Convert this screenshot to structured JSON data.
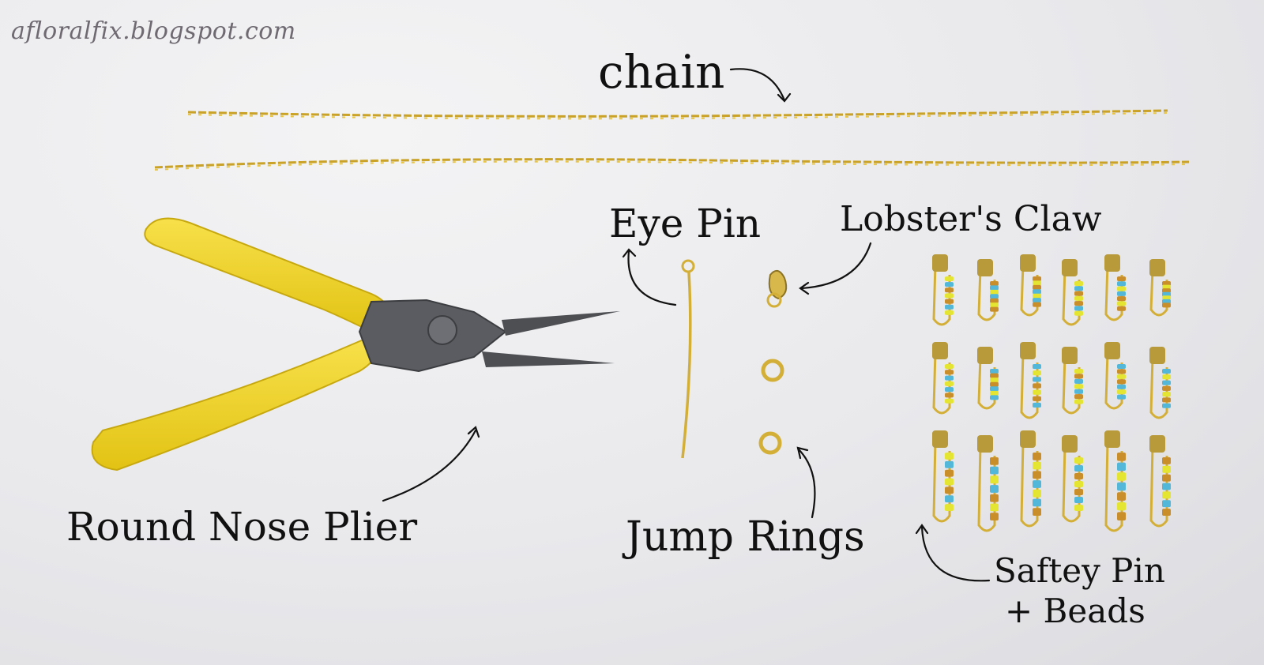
{
  "watermark": "afloralfix.blogspot.com",
  "labels": {
    "chain": "chain",
    "eye_pin": "Eye Pin",
    "lobster_claw": "Lobster's Claw",
    "plier": "Round Nose Plier",
    "jump_rings": "Jump Rings",
    "safety_pin_line1": "Saftey Pin",
    "safety_pin_line2": "+  Beads"
  },
  "colors": {
    "background": "#ebebee",
    "plier_handle": "#f2d62a",
    "plier_metal": "#55575b",
    "gold": "#d4af37",
    "bead_blue": "#52b7d8",
    "bead_yellow": "#e4e433",
    "text": "#111111"
  }
}
